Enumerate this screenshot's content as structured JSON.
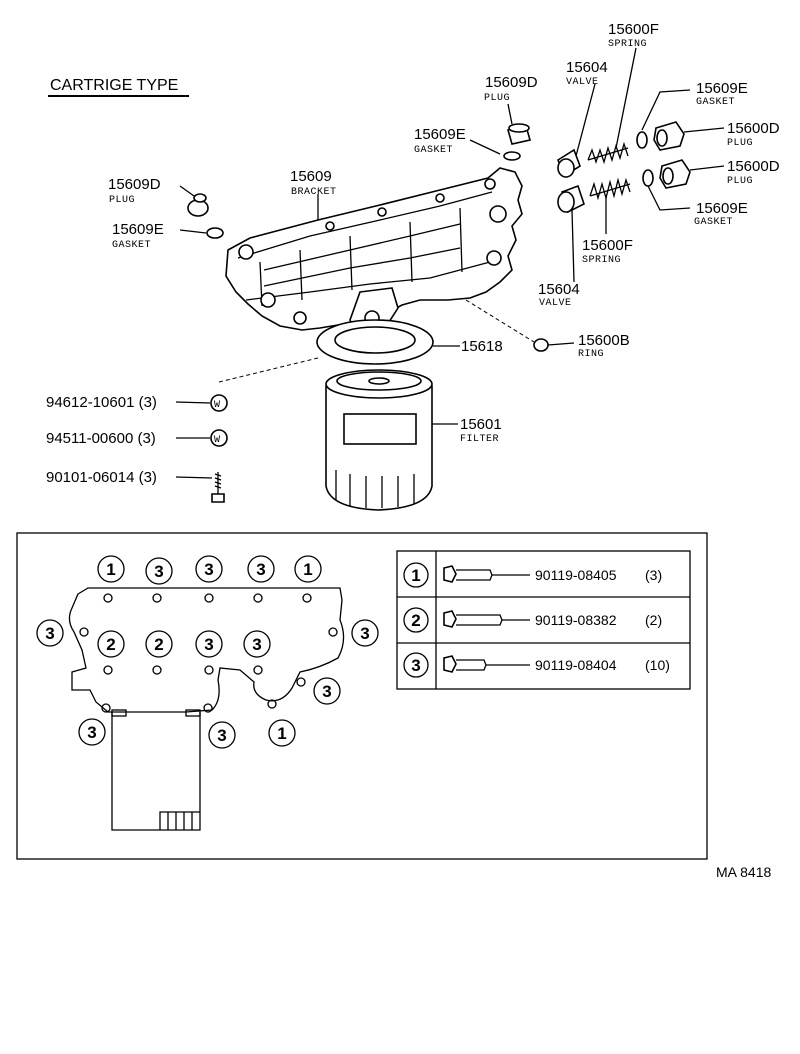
{
  "title": "CARTRIGE TYPE",
  "drawing_code": "MA 8418",
  "parts": {
    "plug_top": {
      "number": "15609D",
      "name": "PLUG"
    },
    "gasket_top": {
      "number": "15609E",
      "name": "GASKET"
    },
    "plug_left": {
      "number": "15609D",
      "name": "PLUG"
    },
    "gasket_left": {
      "number": "15609E",
      "name": "GASKET"
    },
    "bracket": {
      "number": "15609",
      "name": "BRACKET"
    },
    "spring_top": {
      "number": "15600F",
      "name": "SPRING"
    },
    "valve_top": {
      "number": "15604",
      "name": "VALVE"
    },
    "gasket_right_top": {
      "number": "15609E",
      "name": "GASKET"
    },
    "plug_right_top": {
      "number": "15600D",
      "name": "PLUG"
    },
    "plug_right_bottom": {
      "number": "15600D",
      "name": "PLUG"
    },
    "gasket_right_bottom": {
      "number": "15609E",
      "name": "GASKET"
    },
    "spring_bottom": {
      "number": "15600F",
      "name": "SPRING"
    },
    "valve_bottom": {
      "number": "15604",
      "name": "VALVE"
    },
    "ring": {
      "number": "15600B",
      "name": "RING"
    },
    "gasket_ring": {
      "number": "15618"
    },
    "filter": {
      "number": "15601",
      "name": "FILTER"
    },
    "washer_1": {
      "number": "94612-10601 (3)"
    },
    "washer_2": {
      "number": "94511-00600 (3)"
    },
    "bolt": {
      "number": "90101-06014 (3)"
    }
  },
  "washer_symbol": "W",
  "bolt_table": [
    {
      "key": "1",
      "part": "90119-08405",
      "qty": "(3)"
    },
    {
      "key": "2",
      "part": "90119-08382",
      "qty": "(2)"
    },
    {
      "key": "3",
      "part": "90119-08404",
      "qty": "(10)"
    }
  ],
  "callouts": {
    "top_row": [
      "1",
      "3",
      "3",
      "3",
      "1"
    ],
    "mid_row": [
      "2",
      "2",
      "3",
      "3"
    ],
    "left": "3",
    "right": "3",
    "right_lower": "3",
    "bottom": [
      "3",
      "3",
      "1"
    ]
  }
}
